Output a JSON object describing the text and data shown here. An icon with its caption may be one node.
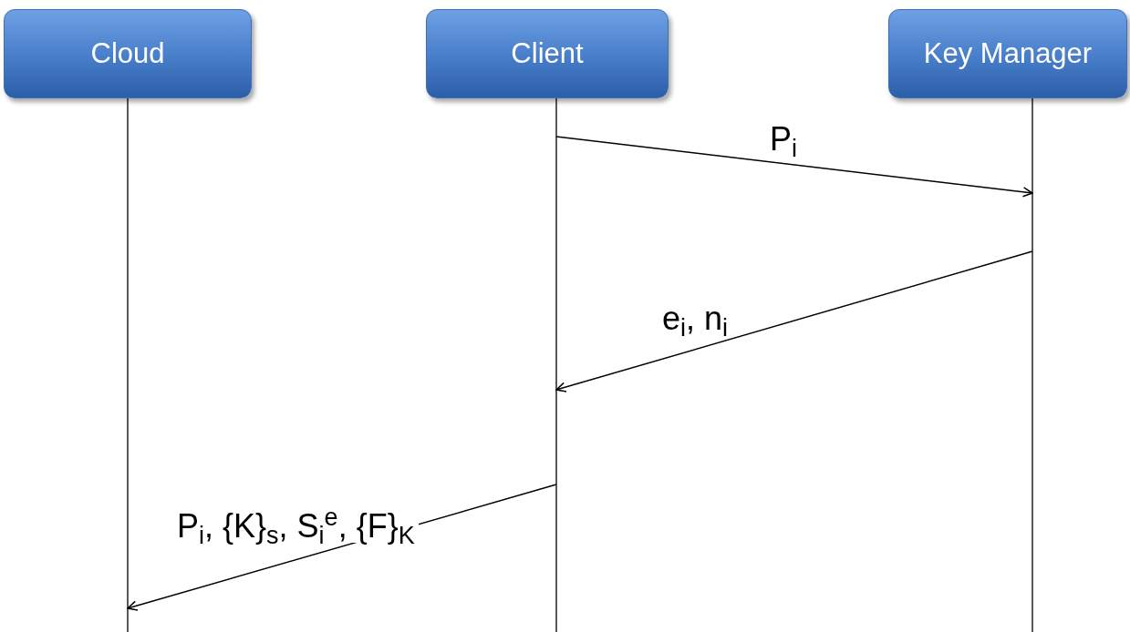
{
  "diagram": {
    "nodes": [
      {
        "text": [
          "Cloud"
        ]
      },
      {
        "text": [
          "Client"
        ]
      },
      {
        "text": [
          "Key Manager"
        ]
      }
    ],
    "edges": [
      {
        "from": 1,
        "to": 2,
        "arrow": "to",
        "label": "P$_{i}$"
      },
      {
        "from": 2,
        "to": 1,
        "arrow": "to",
        "label": "e$_{i}$, n$_{i}$"
      },
      {
        "from": 1,
        "to": 0,
        "arrow": "to",
        "label": "P$_{i}$, {K}$_{s}$, S$_{i}$$^{e}$, {F}$_{K}$"
      }
    ]
  }
}
